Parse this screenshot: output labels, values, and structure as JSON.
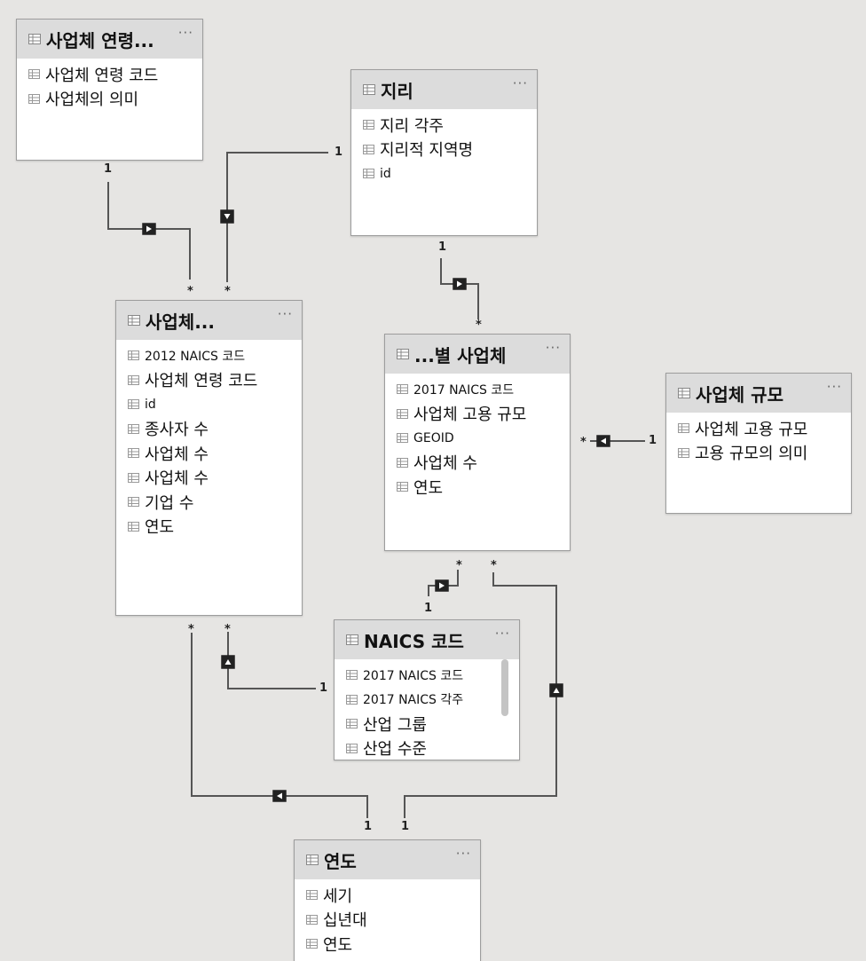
{
  "tables": {
    "age": {
      "title": "사업체 연령...",
      "fields": [
        "사업체 연령 코드",
        "사업체의 의미"
      ]
    },
    "geo": {
      "title": "지리",
      "fields": [
        "지리 각주",
        "지리적 지역명",
        "id"
      ]
    },
    "bus": {
      "title": "사업체...",
      "fields": [
        "2012 NAICS 코드",
        "사업체 연령 코드",
        "id",
        "종사자 수",
        "사업체 수",
        "사업체 수",
        "기업 수",
        "연도"
      ]
    },
    "byb": {
      "title": "...별 사업체",
      "fields": [
        "2017 NAICS 코드",
        "사업체 고용 규모",
        "GEOID",
        "사업체 수",
        "연도"
      ]
    },
    "size": {
      "title": "사업체 규모",
      "fields": [
        "사업체 고용 규모",
        "고용 규모의 의미"
      ]
    },
    "naics": {
      "title": "NAICS 코드",
      "fields": [
        "2017 NAICS 코드",
        "2017 NAICS 각주",
        "산업 그룹",
        "산업 수준"
      ]
    },
    "year": {
      "title": "연도",
      "fields": [
        "세기",
        "십년대",
        "연도"
      ]
    }
  },
  "more_label": "···",
  "cardinality": {
    "one": "1",
    "many": "*"
  },
  "colors": {
    "line": "#555555",
    "header": "#dcdcdc",
    "background": "#e6e5e3"
  }
}
